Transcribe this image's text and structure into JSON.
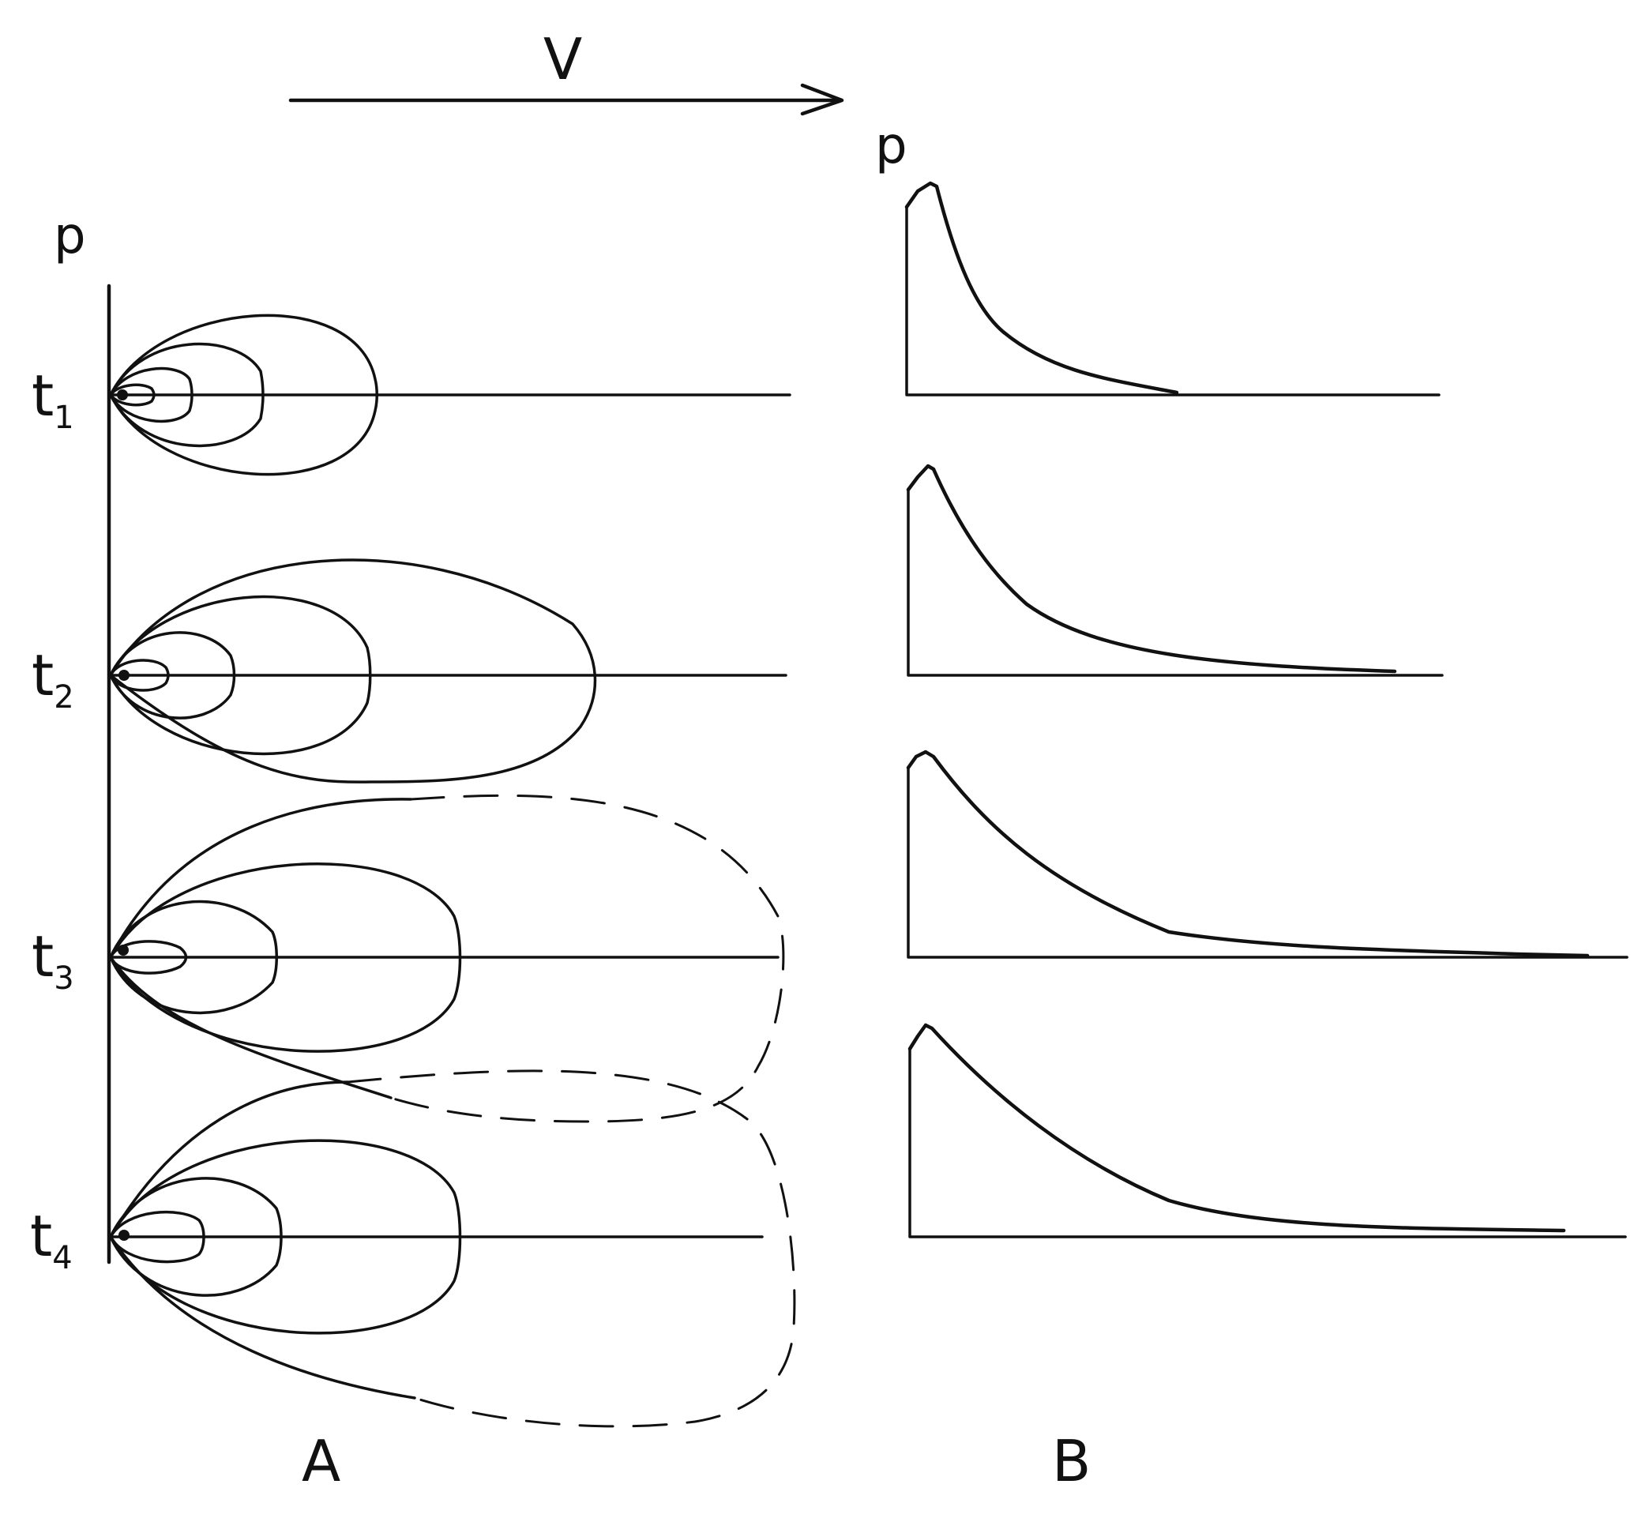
{
  "labels": {
    "velocity": "V",
    "axis_p_left": "p",
    "axis_p_right": "p",
    "panel_a": "A",
    "panel_b": "B"
  },
  "rows": [
    {
      "time": "t",
      "sub": "1"
    },
    {
      "time": "t",
      "sub": "2"
    },
    {
      "time": "t",
      "sub": "3"
    },
    {
      "time": "t",
      "sub": "4"
    }
  ],
  "colors": {
    "ink": "#111111",
    "background": "#ffffff"
  }
}
